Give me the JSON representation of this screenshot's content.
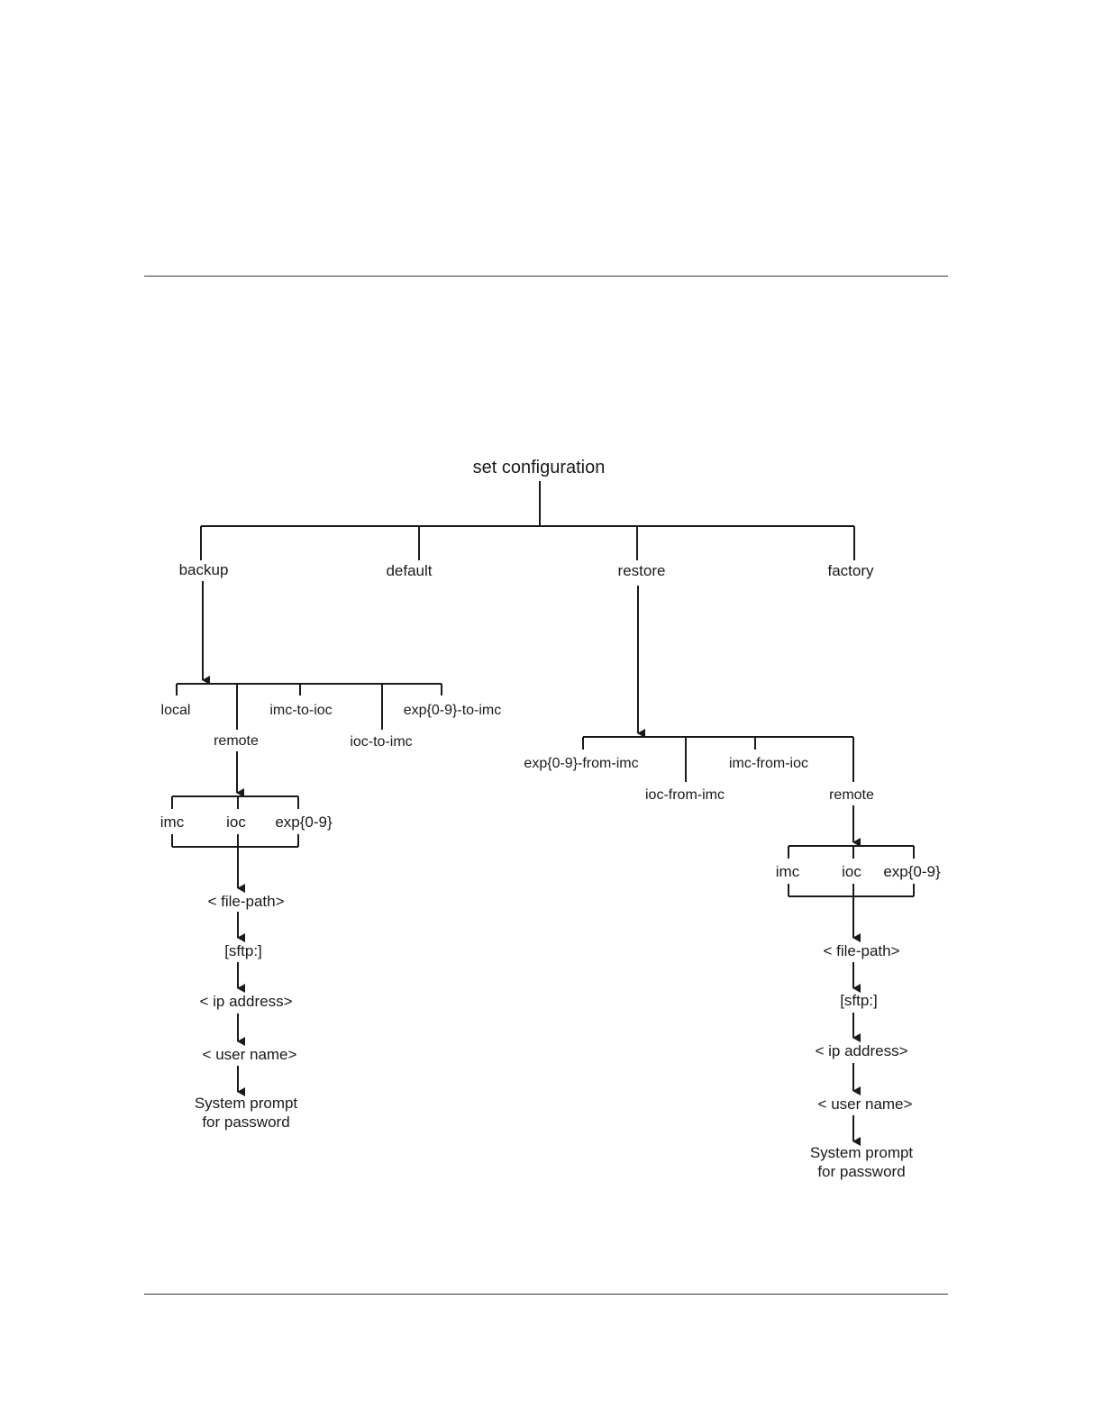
{
  "diagram": {
    "root": "set configuration",
    "level1": {
      "backup": "backup",
      "default": "default",
      "restore": "restore",
      "factory": "factory"
    },
    "backup_branch": {
      "local": "local",
      "remote": "remote",
      "imc_to_ioc": "imc-to-ioc",
      "ioc_to_imc": "ioc-to-imc",
      "exp_to_imc": "exp{0-9}-to-imc",
      "targets": {
        "imc": "imc",
        "ioc": "ioc",
        "exp": "exp{0-9}"
      },
      "steps": {
        "file_path": "< file-path>",
        "sftp": "[sftp:]",
        "ip_address": "< ip address>",
        "user_name": "< user name>",
        "prompt_line1": "System prompt",
        "prompt_line2": "for password"
      }
    },
    "restore_branch": {
      "exp_from_imc": "exp{0-9}-from-imc",
      "ioc_from_imc": "ioc-from-imc",
      "imc_from_ioc": "imc-from-ioc",
      "remote": "remote",
      "targets": {
        "imc": "imc",
        "ioc": "ioc",
        "exp": "exp{0-9}"
      },
      "steps": {
        "file_path": "< file-path>",
        "sftp": "[sftp:]",
        "ip_address": "< ip address>",
        "user_name": "< user name>",
        "prompt_line1": "System prompt",
        "prompt_line2": "for password"
      }
    }
  }
}
